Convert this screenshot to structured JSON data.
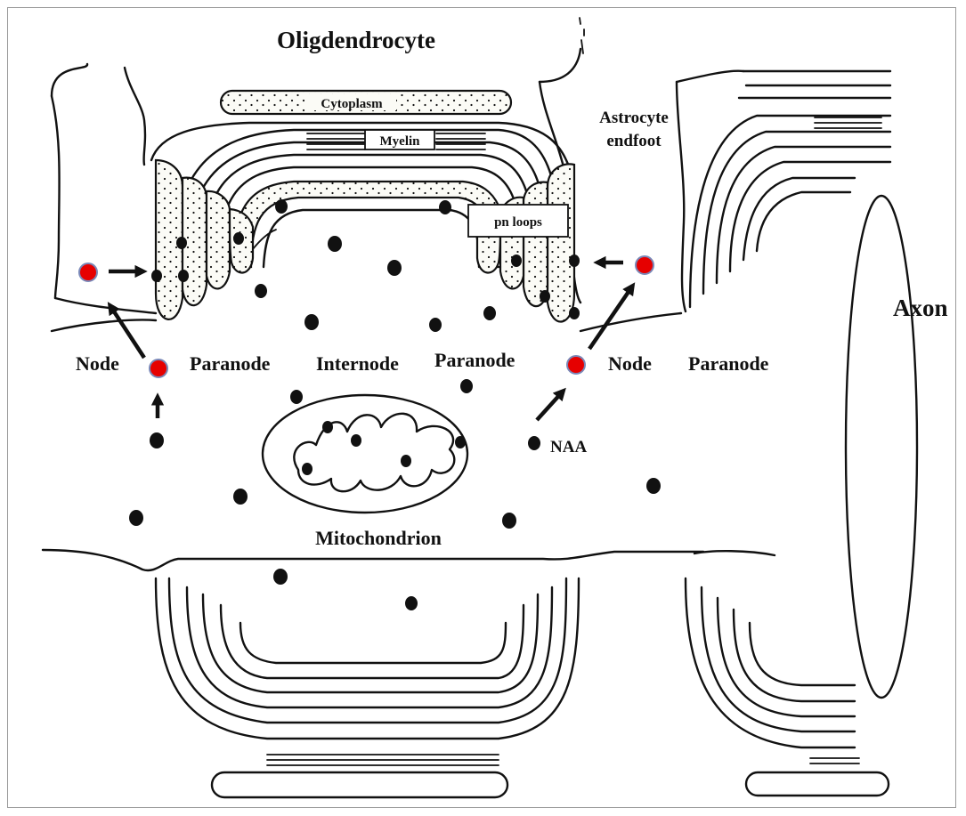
{
  "labels": {
    "oligodendrocyte": "Oligdendrocyte",
    "cytoplasm": "Cytoplasm",
    "myelin": "Myelin",
    "astrocyte_line1": "Astrocyte",
    "astrocyte_line2": "endfoot",
    "pn_loops": "pn loops",
    "axon": "Axon",
    "node_left": "Node",
    "paranode_left": "Paranode",
    "internode": "Internode",
    "paranode_mid": "Paranode",
    "node_right": "Node",
    "paranode_right": "Paranode",
    "naa": "NAA",
    "mitochondrion": "Mitochondrion"
  },
  "colors": {
    "ink": "#111111",
    "naa_dot": "#111111",
    "transported_dot": "#e60000",
    "transported_dot_ring": "#7a88b8"
  },
  "icons": {
    "naa_molecule": "black-dot",
    "transported_molecule": "red-dot",
    "transport_direction": "arrow"
  }
}
